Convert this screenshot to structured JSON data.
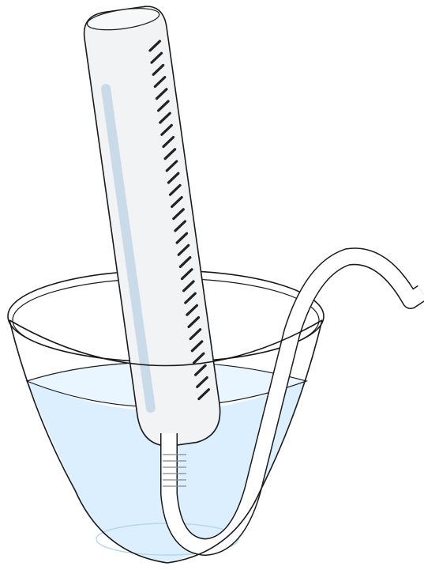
{
  "colors": {
    "background": "#ffffff",
    "outline": "#1a1a1a",
    "water": "#dcefff",
    "water_edge": "#b8d7ee",
    "tube_fill": "#f1f3f5",
    "tube_highlight": "#c9dbe8",
    "graduation": "#222222",
    "hose_fill": "#ffffff"
  },
  "icons": {
    "figure": "gas-collection-setup",
    "tube": "inverted-graduated-tube",
    "bowl": "glass-bowl",
    "hose": "delivery-tube"
  },
  "graduation_mark_count": 30
}
